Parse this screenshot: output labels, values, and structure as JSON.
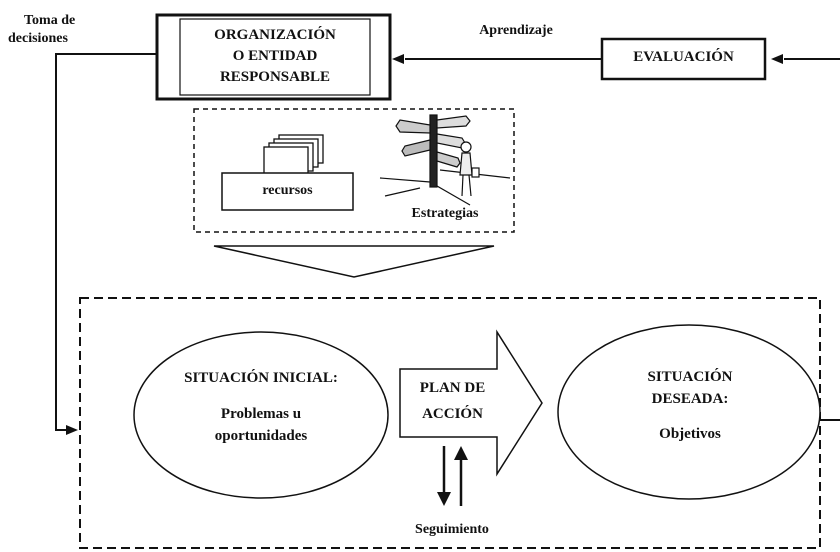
{
  "labels": {
    "toma_de_decisiones": [
      "Toma de",
      "decisiones"
    ],
    "aprendizaje": "Aprendizaje",
    "organizacion": [
      "ORGANIZACIÓN",
      "O ENTIDAD",
      "RESPONSABLE"
    ],
    "evaluacion": "EVALUACIÓN",
    "recursos": "recursos",
    "estrategias": "Estrategias",
    "situacion_inicial_title": "SITUACIÓN INICIAL:",
    "situacion_inicial_body": [
      "Problemas u",
      "oportunidades"
    ],
    "plan_de_accion": [
      "PLAN DE",
      "ACCIÓN"
    ],
    "situacion_deseada_title": [
      "SITUACIÓN",
      "DESEADA:"
    ],
    "situacion_deseada_body": "Objetivos",
    "seguimiento": "Seguimiento"
  },
  "icons": {
    "resources": "stacked-documents-icon",
    "strategies": "signpost-person-icon"
  },
  "colors": {
    "line": "#111111",
    "background": "#ffffff"
  }
}
